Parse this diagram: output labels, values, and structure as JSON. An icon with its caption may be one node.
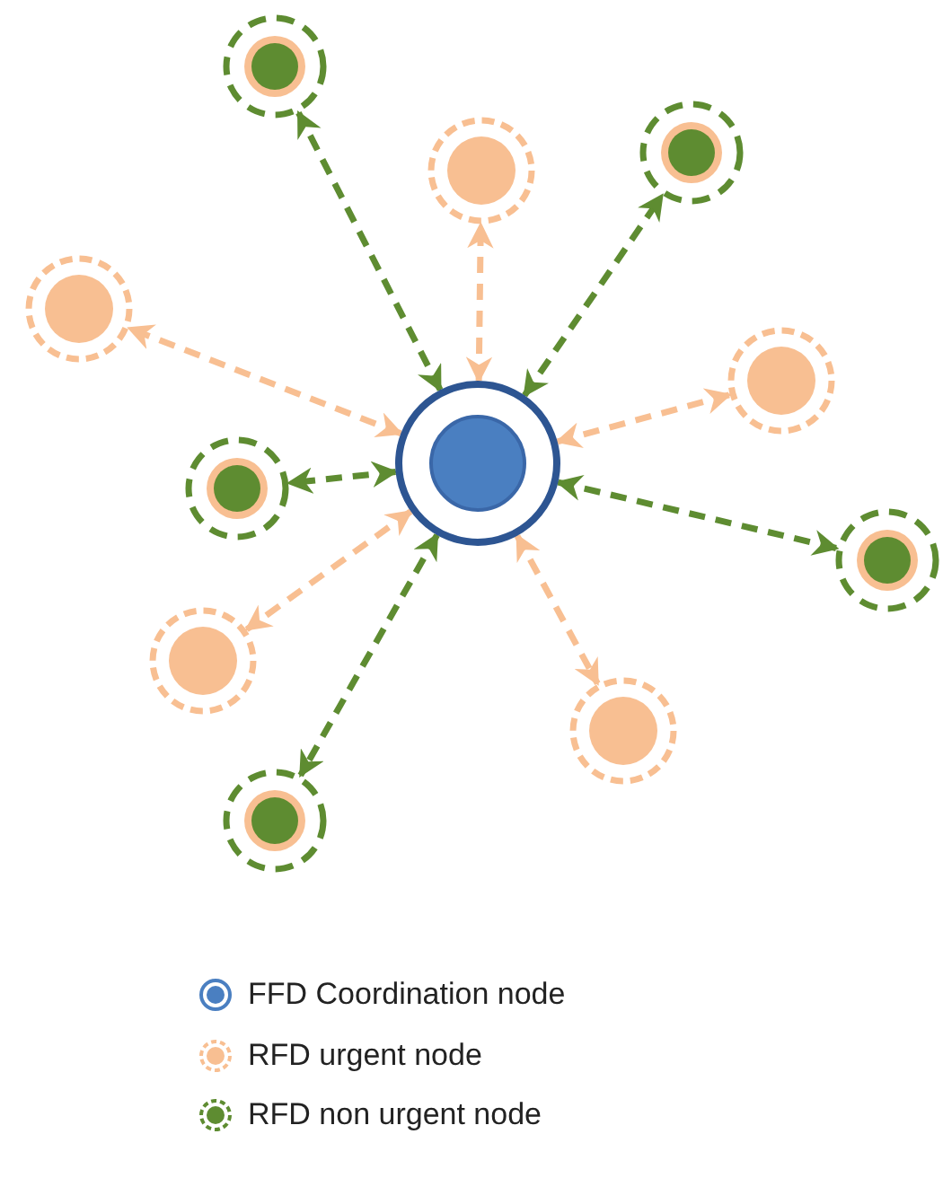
{
  "diagram": {
    "nodes": [
      {
        "text": [],
        "shape": "circle"
      },
      {
        "text": [],
        "shape": "circle"
      },
      {
        "text": [],
        "shape": "circle"
      },
      {
        "text": [],
        "shape": "circle"
      },
      {
        "text": [],
        "shape": "circle"
      },
      {
        "text": [],
        "shape": "circle"
      },
      {
        "text": [],
        "shape": "circle"
      },
      {
        "text": [],
        "shape": "circle"
      },
      {
        "text": [],
        "shape": "circle"
      },
      {
        "text": [],
        "shape": "circle"
      },
      {
        "text": [],
        "shape": "circle"
      }
    ],
    "edges": [
      {
        "from": 0,
        "to": 1,
        "arrow": "both",
        "style": "dashed",
        "color": "#5e8c31"
      },
      {
        "from": 0,
        "to": 2,
        "arrow": "both",
        "style": "dashed",
        "color": "#5e8c31"
      },
      {
        "from": 0,
        "to": 3,
        "arrow": "both",
        "style": "dashed",
        "color": "#f8bf92"
      },
      {
        "from": 0,
        "to": 4,
        "arrow": "both",
        "style": "dashed",
        "color": "#f8bf92"
      },
      {
        "from": 0,
        "to": 5,
        "arrow": "both",
        "style": "dashed",
        "color": "#f8bf92"
      },
      {
        "from": 0,
        "to": 6,
        "arrow": "both",
        "style": "dashed",
        "color": "#5e8c31"
      },
      {
        "from": 0,
        "to": 7,
        "arrow": "both",
        "style": "dashed",
        "color": "#5e8c31"
      },
      {
        "from": 0,
        "to": 8,
        "arrow": "both",
        "style": "dashed",
        "color": "#f8bf92"
      },
      {
        "from": 0,
        "to": 9,
        "arrow": "both",
        "style": "dashed",
        "color": "#f8bf92"
      },
      {
        "from": 0,
        "to": 10,
        "arrow": "both",
        "style": "dashed",
        "color": "#5e8c31"
      }
    ],
    "legend": [
      {
        "text": "FFD Coordination node",
        "color": "#4a7fc1"
      },
      {
        "text": "RFD urgent node",
        "color": "#f8bf92"
      },
      {
        "text": "RFD non urgent node",
        "color": "#5e8c31"
      }
    ]
  }
}
